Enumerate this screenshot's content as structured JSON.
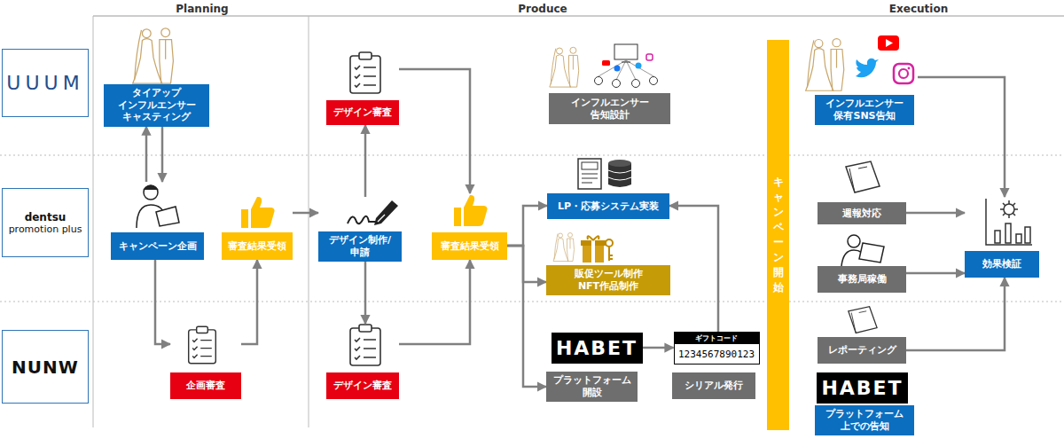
{
  "diagram": {
    "nodes": [
      {
        "text": [
          "UUUM"
        ]
      },
      {
        "text": [
          "dentsu",
          "promotion plus"
        ]
      },
      {
        "text": [
          "NUNW"
        ]
      },
      {
        "text": [
          "タイアップ インフルエンサー キャスティング"
        ]
      },
      {
        "text": [
          "キャンペーン企画"
        ]
      },
      {
        "text": [
          "企画審査"
        ]
      },
      {
        "text": [
          "審査結果受領"
        ]
      },
      {
        "text": [
          "デザイン審査"
        ]
      },
      {
        "text": [
          "デザイン制作/申請"
        ]
      },
      {
        "text": [
          "デザイン審査"
        ]
      },
      {
        "text": [
          "審査結果受領"
        ]
      },
      {
        "text": [
          "インフルエンサー 告知設計"
        ]
      },
      {
        "text": [
          "LP・応募システム実装"
        ]
      },
      {
        "text": [
          "販促ツール制作 NFT作品制作"
        ]
      },
      {
        "text": [
          "HABET"
        ]
      },
      {
        "text": [
          "プラットフォーム 開設"
        ]
      },
      {
        "text": [
          "ギフトコード",
          "1234567890123"
        ]
      },
      {
        "text": [
          "シリアル発行"
        ]
      },
      {
        "text": [
          "キャンペーン開始"
        ]
      },
      {
        "text": [
          "インフルエンサー 保有SNS告知"
        ]
      },
      {
        "text": [
          "週報対応"
        ]
      },
      {
        "text": [
          "事務局稼働"
        ]
      },
      {
        "text": [
          "レポーティング"
        ]
      },
      {
        "text": [
          "HABET"
        ]
      },
      {
        "text": [
          "プラットフォーム 上での告知"
        ]
      },
      {
        "text": [
          "効果検証"
        ]
      }
    ],
    "edges": [
      {
        "from": 4,
        "to": 3,
        "arrow": "to"
      },
      {
        "from": 3,
        "to": 4,
        "arrow": "to"
      },
      {
        "from": 4,
        "to": 5,
        "arrow": "to"
      },
      {
        "from": 5,
        "to": 6,
        "arrow": "to"
      },
      {
        "from": 6,
        "to": 8,
        "arrow": "to"
      },
      {
        "from": 8,
        "to": 7,
        "arrow": "to"
      },
      {
        "from": 8,
        "to": 9,
        "arrow": "to"
      },
      {
        "from": 7,
        "to": 10,
        "arrow": "to"
      },
      {
        "from": 9,
        "to": 10,
        "arrow": "to"
      },
      {
        "from": 10,
        "to": 12,
        "arrow": "to"
      },
      {
        "from": 10,
        "to": 13,
        "arrow": "to"
      },
      {
        "from": 10,
        "to": 15,
        "arrow": "to"
      },
      {
        "from": 14,
        "to": 16,
        "arrow": "to"
      },
      {
        "from": 16,
        "to": 12,
        "arrow": "to"
      },
      {
        "from": 19,
        "to": 25,
        "arrow": "to"
      },
      {
        "from": 20,
        "to": 25,
        "arrow": "to"
      },
      {
        "from": 21,
        "to": 25,
        "arrow": "to"
      },
      {
        "from": 22,
        "to": 25,
        "arrow": "to"
      }
    ],
    "labels": [
      "Planning",
      "Produce",
      "Execution"
    ]
  }
}
